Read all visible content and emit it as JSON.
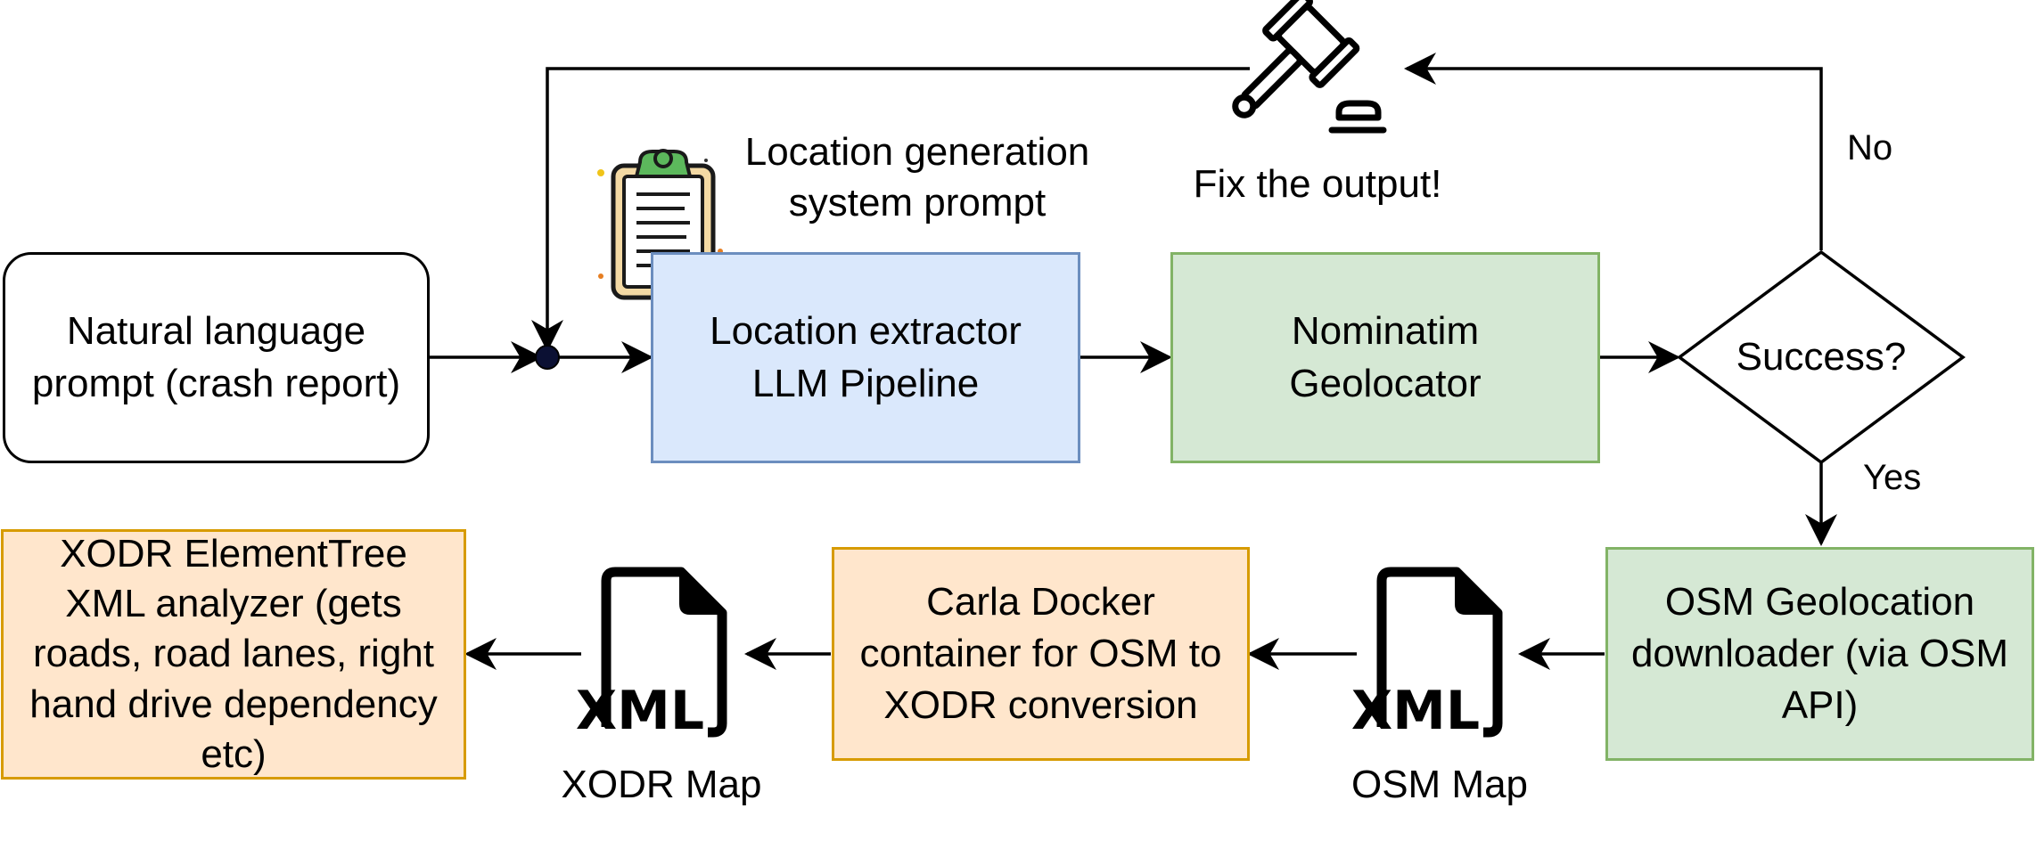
{
  "nodes": {
    "prompt": {
      "line1": "Natural language",
      "line2": "prompt (crash report)"
    },
    "extractor": {
      "line1": "Location extractor",
      "line2": "LLM Pipeline"
    },
    "system_prompt": {
      "line1": "Location generation",
      "line2": "system prompt"
    },
    "geolocator": {
      "line1": "Nominatim",
      "line2": "Geolocator"
    },
    "decision": {
      "text": "Success?"
    },
    "fix": {
      "text": "Fix the output!"
    },
    "downloader": {
      "line1": "OSM Geolocation",
      "line2": "downloader (via OSM",
      "line3": "API)"
    },
    "carla": {
      "line1": "Carla Docker",
      "line2": "container for OSM to",
      "line3": "XODR conversion"
    },
    "analyzer": {
      "line1": "XODR ElementTree",
      "line2": "XML analyzer (gets",
      "line3": "roads, road lanes, right",
      "line4": "hand drive dependency",
      "line5": "etc)"
    }
  },
  "files": {
    "osm": {
      "icon_text": "XML",
      "caption": "OSM Map"
    },
    "xodr": {
      "icon_text": "XML",
      "caption": "XODR Map"
    }
  },
  "edges": {
    "no_label": "No",
    "yes_label": "Yes"
  },
  "colors": {
    "blue_fill": "#dae8fc",
    "blue_stroke": "#6c8ebf",
    "green_fill": "#d5e8d4",
    "green_stroke": "#82b366",
    "orange_fill": "#ffe6cc",
    "orange_stroke": "#d79b00",
    "junction_dot": "#0b1033"
  }
}
